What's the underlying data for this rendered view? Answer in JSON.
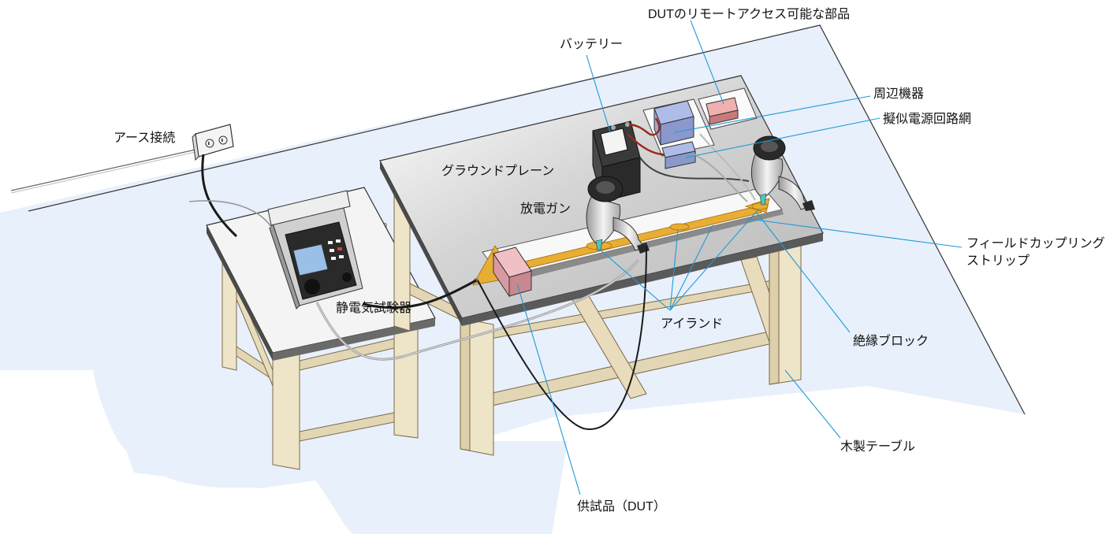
{
  "labels": {
    "earth_connection": "アース接続",
    "battery": "バッテリー",
    "remote_parts": "DUTのリモートアクセス可能な部品",
    "peripheral": "周辺機器",
    "pseudo_network": "擬似電源回路網",
    "ground_plane": "グラウンドプレーン",
    "discharge_gun": "放電ガン",
    "esd_tester": "静電気試験器",
    "field_coupling_strip_line1": "フィールドカップリング",
    "field_coupling_strip_line2": "ストリップ",
    "island": "アイランド",
    "insulation_block": "絶縁ブロック",
    "wooden_table": "木製テーブル",
    "dut": "供試品（DUT）"
  },
  "colors": {
    "floor": "#e8f0fb",
    "wood": "#eee4c8",
    "wood_edge": "#7a6a48",
    "ground_plane": "#d8d8d8",
    "table_top": "#f2f2f2",
    "strip": "#e8ad33",
    "dut_box": "#e0a0a8",
    "peripheral_box": "#9aaad8",
    "leader": "#1f9ad6",
    "cable_dark": "#1a1a1a",
    "cable_red": "#9a2a1a"
  }
}
